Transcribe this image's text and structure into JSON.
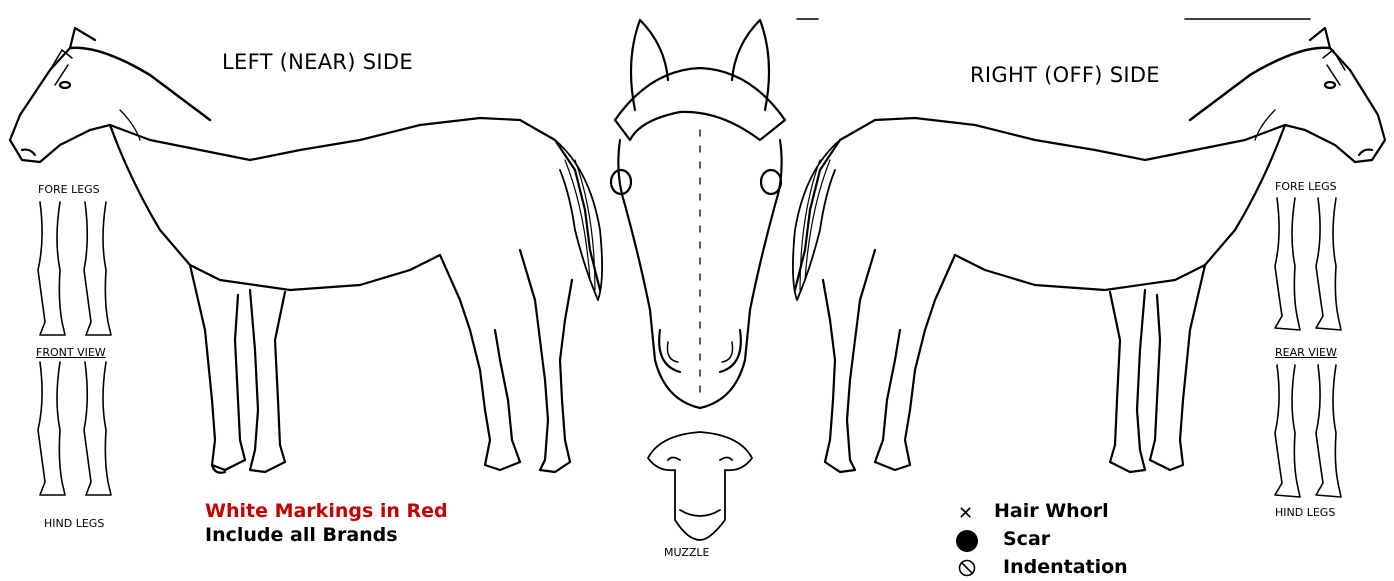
{
  "left_side_title": "LEFT (NEAR) SIDE",
  "right_side_title": "RIGHT (OFF) SIDE",
  "left_legs": {
    "fore_label": "FORE LEGS",
    "view_label": "FRONT VIEW",
    "hind_label": "HIND LEGS"
  },
  "right_legs": {
    "fore_label": "FORE LEGS",
    "view_label": "REAR VIEW",
    "hind_label": "HIND LEGS"
  },
  "muzzle_label": "MUZZLE",
  "notes": {
    "white_markings": "White Markings in Red",
    "brands": "Include all Brands"
  },
  "legend": [
    {
      "icon": "x-mark-icon",
      "label": "Hair Whorl"
    },
    {
      "icon": "filled-circle-icon",
      "label": "Scar"
    },
    {
      "icon": "circle-slash-icon",
      "label": "Indentation"
    }
  ],
  "colors": {
    "note_red": "#c00000",
    "line": "#000000"
  }
}
